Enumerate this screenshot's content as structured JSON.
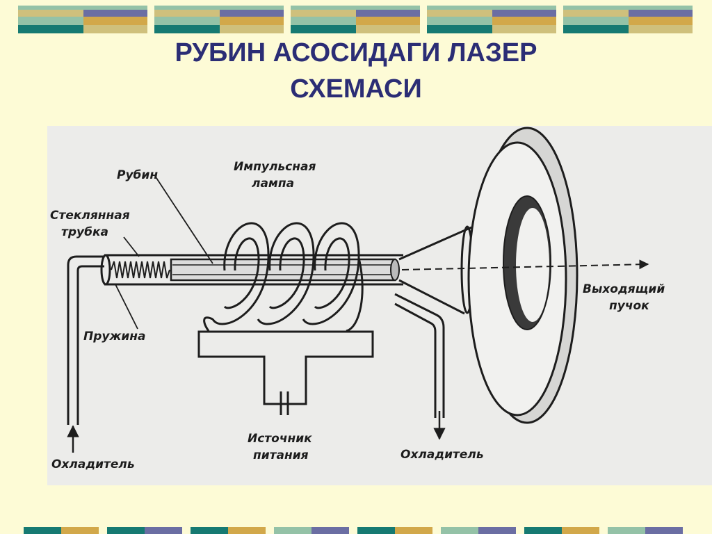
{
  "title": {
    "line1": "РУБИН АСОСИДАГИ ЛАЗЕР",
    "line2": "СХЕМАСИ"
  },
  "diagram": {
    "labels": {
      "ruby": "Рубин",
      "lamp_line1": "Импульсная",
      "lamp_line2": "лампа",
      "glass_line1": "Стеклянная",
      "glass_line2": "трубка",
      "spring": "Пружина",
      "beam_line1": "Выходящий",
      "beam_line2": "пучок",
      "power_line1": "Источник",
      "power_line2": "питания",
      "coolant_in": "Охладитель",
      "coolant_out": "Охладитель"
    }
  },
  "colors": {
    "background": "#fdfbd6",
    "title": "#2b2d75",
    "band_teal": "#167a72",
    "band_sage": "#94c2a7",
    "band_khaki": "#cfc07c",
    "band_purple": "#6b6ea3",
    "band_mustard": "#d2a84a",
    "figure_bg": "#ececea",
    "ink": "#1d1d1d"
  }
}
